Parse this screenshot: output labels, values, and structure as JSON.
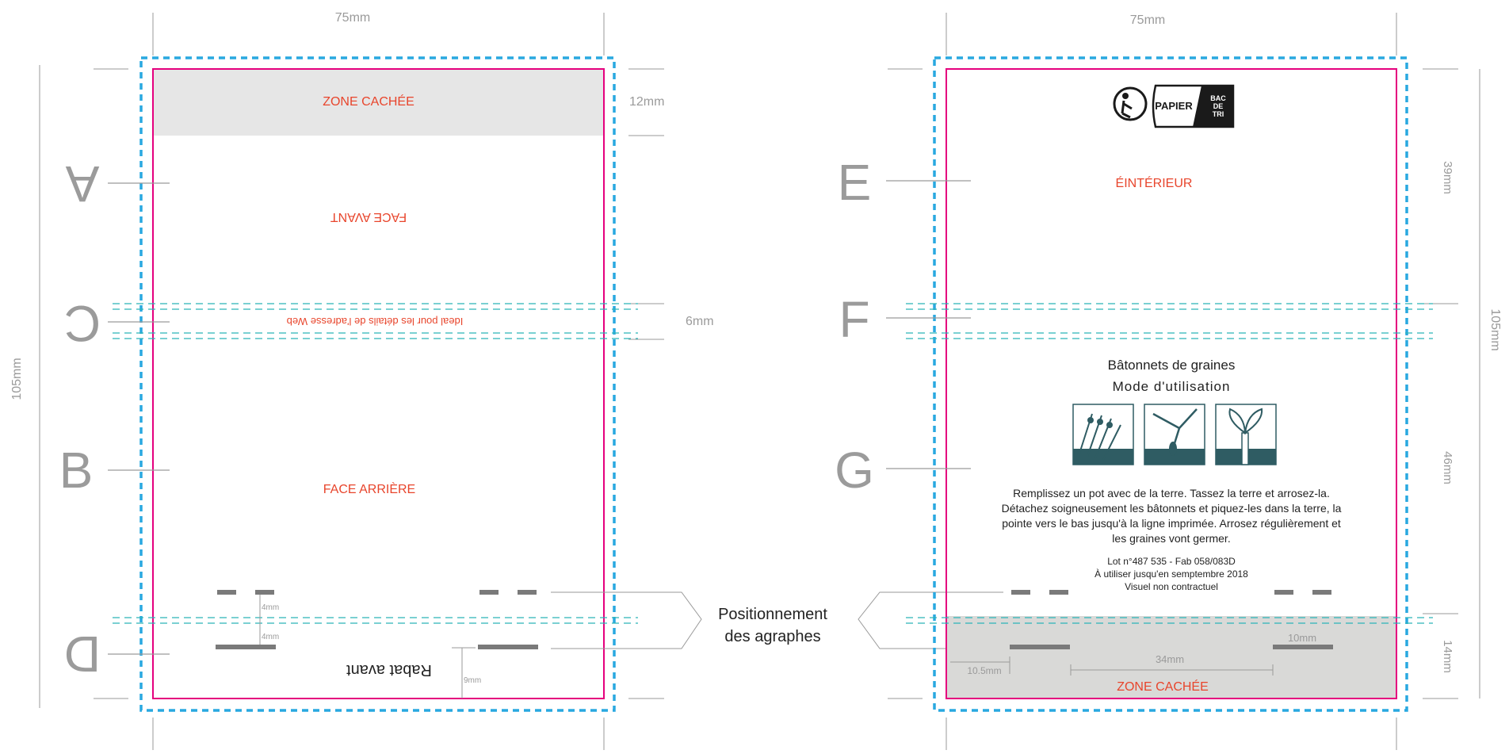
{
  "colors": {
    "bleed": "#29a8e0",
    "trim": "#e5007e",
    "fold": "#2bb5b8",
    "label": "#e8452c",
    "dimension": "#9a9a9a",
    "hidden_zone": "#e6e6e6",
    "icon_dark": "#2f5c63"
  },
  "left_panel": {
    "width_label": "75mm",
    "height_label": "105mm",
    "zone_cachee": "ZONE CACHÉE",
    "zone_cachee_dim": "12mm",
    "face_avant": "FACE AVANT",
    "fold_text": "Ideal pour les détails de l'adresse Web",
    "fold_dim": "6mm",
    "face_arriere": "FACE ARRIÈRE",
    "rabat": "Rabat avant",
    "staple_dim_top": "4mm",
    "staple_dim_bottom": "4mm",
    "rabat_dim": "9mm",
    "letters": {
      "a": "A",
      "c": "C",
      "b": "B",
      "d": "D"
    }
  },
  "middle": {
    "line1": "Positionnement",
    "line2": "des agraphes"
  },
  "right_panel": {
    "width_label": "75mm",
    "height_label": "105mm",
    "dim_top": "39mm",
    "dim_middle": "46mm",
    "dim_bottom": "14mm",
    "recycle_logo_text": "PAPIER",
    "recycle_bin_text": [
      "BAC",
      "DE",
      "TRI"
    ],
    "interieur": "ÉINTÉRIEUR",
    "instr_title": "Bâtonnets de graines",
    "instr_subtitle": "Mode d'utilisation",
    "instr_text": [
      "Remplissez un pot avec de la terre. Tassez la terre et arrosez-la.",
      "Détachez soigneusement les bâtonnets et piquez-les dans la terre, la",
      "pointe vers le bas jusqu'à la ligne imprimée. Arrosez régulièrement et",
      "les graines vont germer."
    ],
    "lot": "Lot n°487 535 - Fab 058/083D",
    "usage": "À utiliser jusqu'en semptembre 2018",
    "visuel": "Visuel non contractuel",
    "zone_cachee": "ZONE CACHÉE",
    "dim_10mm": "10mm",
    "dim_34mm": "34mm",
    "dim_105mm": "10.5mm",
    "letters": {
      "e": "E",
      "f": "F",
      "g": "G"
    }
  }
}
